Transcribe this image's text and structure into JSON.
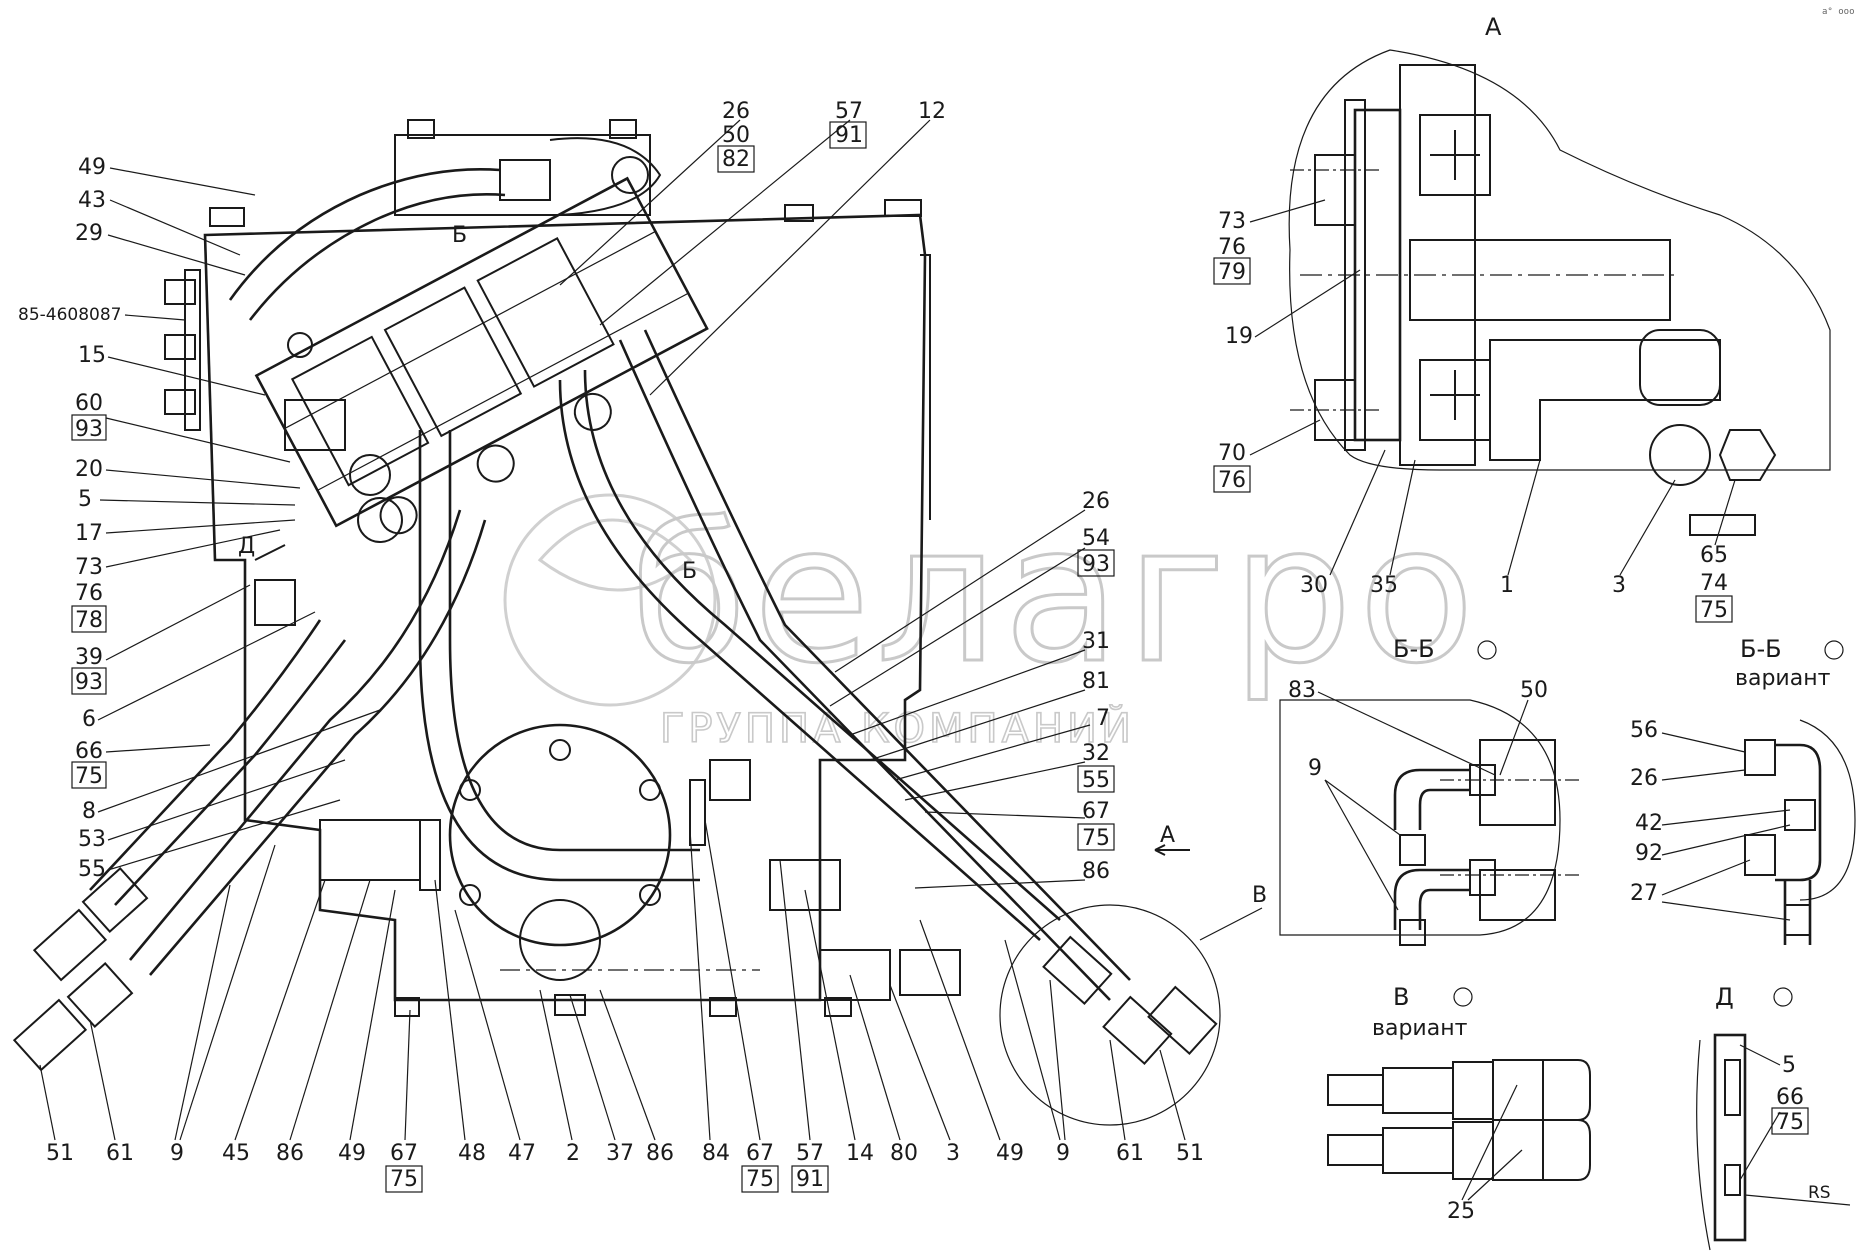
{
  "watermark": {
    "brand": "белагро",
    "subtitle": "ГРУППА КОМПАНИЙ"
  },
  "corner_mark": "а° ооо",
  "views": {
    "view_A_title": "А",
    "section_BB_title": "Б-Б",
    "section_BB_variant_title": "Б-Б",
    "section_BB_variant_caption": "вариант",
    "view_V_title": "В",
    "view_V_caption": "вариант",
    "view_D_title": "Д"
  },
  "view_markers": {
    "A_arrow": "А",
    "B_top": "Б",
    "B_bottom": "Б",
    "D_arrow": "Д",
    "V_circle": "В"
  },
  "callouts_left": [
    {
      "id": "l49",
      "text": "49"
    },
    {
      "id": "l43",
      "text": "43"
    },
    {
      "id": "l29",
      "text": "29"
    },
    {
      "id": "l85",
      "text": "85-4608087"
    },
    {
      "id": "l15",
      "text": "15"
    },
    {
      "id": "l60",
      "text": "60"
    },
    {
      "id": "l93a",
      "text": "93"
    },
    {
      "id": "l20",
      "text": "20"
    },
    {
      "id": "l5",
      "text": "5"
    },
    {
      "id": "l17",
      "text": "17"
    },
    {
      "id": "l73",
      "text": "73"
    },
    {
      "id": "l76",
      "text": "76"
    },
    {
      "id": "l78",
      "text": "78"
    },
    {
      "id": "l39",
      "text": "39"
    },
    {
      "id": "l93b",
      "text": "93"
    },
    {
      "id": "l6",
      "text": "6"
    },
    {
      "id": "l66",
      "text": "66"
    },
    {
      "id": "l75",
      "text": "75"
    },
    {
      "id": "l8",
      "text": "8"
    },
    {
      "id": "l53",
      "text": "53"
    },
    {
      "id": "l55",
      "text": "55"
    }
  ],
  "callouts_top": [
    {
      "id": "t26",
      "text": "26"
    },
    {
      "id": "t50",
      "text": "50"
    },
    {
      "id": "t82",
      "text": "82"
    },
    {
      "id": "t57",
      "text": "57"
    },
    {
      "id": "t91",
      "text": "91"
    },
    {
      "id": "t12",
      "text": "12"
    }
  ],
  "callouts_right": [
    {
      "id": "r26",
      "text": "26"
    },
    {
      "id": "r54",
      "text": "54"
    },
    {
      "id": "r93",
      "text": "93"
    },
    {
      "id": "r31",
      "text": "31"
    },
    {
      "id": "r81",
      "text": "81"
    },
    {
      "id": "r7",
      "text": "7"
    },
    {
      "id": "r32",
      "text": "32"
    },
    {
      "id": "r55",
      "text": "55"
    },
    {
      "id": "r67",
      "text": "67"
    },
    {
      "id": "r75",
      "text": "75"
    },
    {
      "id": "r86",
      "text": "86"
    }
  ],
  "callouts_bottom": [
    {
      "id": "b51a",
      "text": "51"
    },
    {
      "id": "b61a",
      "text": "61"
    },
    {
      "id": "b9a",
      "text": "9"
    },
    {
      "id": "b45",
      "text": "45"
    },
    {
      "id": "b86a",
      "text": "86"
    },
    {
      "id": "b49a",
      "text": "49"
    },
    {
      "id": "b67a",
      "text": "67"
    },
    {
      "id": "b75a",
      "text": "75"
    },
    {
      "id": "b48",
      "text": "48"
    },
    {
      "id": "b47",
      "text": "47"
    },
    {
      "id": "b2",
      "text": "2"
    },
    {
      "id": "b37",
      "text": "37"
    },
    {
      "id": "b86b",
      "text": "86"
    },
    {
      "id": "b84",
      "text": "84"
    },
    {
      "id": "b67b",
      "text": "67"
    },
    {
      "id": "b75b",
      "text": "75"
    },
    {
      "id": "b57",
      "text": "57"
    },
    {
      "id": "b91",
      "text": "91"
    },
    {
      "id": "b14",
      "text": "14"
    },
    {
      "id": "b80",
      "text": "80"
    },
    {
      "id": "b3",
      "text": "3"
    },
    {
      "id": "b49b",
      "text": "49"
    },
    {
      "id": "b9b",
      "text": "9"
    },
    {
      "id": "b61b",
      "text": "61"
    },
    {
      "id": "b51b",
      "text": "51"
    }
  ],
  "callouts_view_A": [
    {
      "id": "a73",
      "text": "73"
    },
    {
      "id": "a76",
      "text": "76"
    },
    {
      "id": "a79",
      "text": "79"
    },
    {
      "id": "a19",
      "text": "19"
    },
    {
      "id": "a70",
      "text": "70"
    },
    {
      "id": "a76b",
      "text": "76"
    },
    {
      "id": "a30",
      "text": "30"
    },
    {
      "id": "a35",
      "text": "35"
    },
    {
      "id": "a1",
      "text": "1"
    },
    {
      "id": "a3",
      "text": "3"
    },
    {
      "id": "a65",
      "text": "65"
    },
    {
      "id": "a74",
      "text": "74"
    },
    {
      "id": "a75",
      "text": "75"
    }
  ],
  "callouts_section_BB": [
    {
      "id": "s83",
      "text": "83"
    },
    {
      "id": "s50",
      "text": "50"
    },
    {
      "id": "s9",
      "text": "9"
    }
  ],
  "callouts_section_BB_variant": [
    {
      "id": "v56",
      "text": "56"
    },
    {
      "id": "v26",
      "text": "26"
    },
    {
      "id": "v42",
      "text": "42"
    },
    {
      "id": "v92",
      "text": "92"
    },
    {
      "id": "v27",
      "text": "27"
    }
  ],
  "callouts_view_V": [
    {
      "id": "w25",
      "text": "25"
    }
  ],
  "callouts_view_D": [
    {
      "id": "d5",
      "text": "5"
    },
    {
      "id": "d66",
      "text": "66"
    },
    {
      "id": "d75",
      "text": "75"
    },
    {
      "id": "dRS",
      "text": "RS"
    }
  ]
}
